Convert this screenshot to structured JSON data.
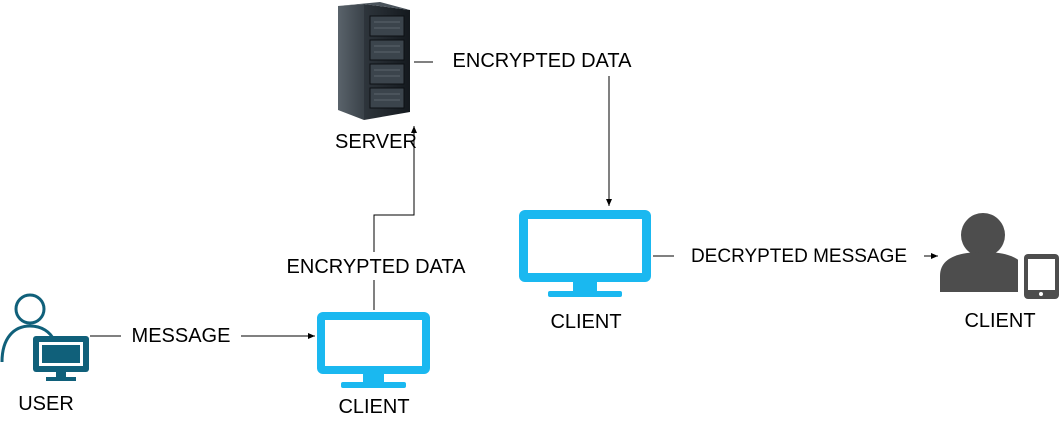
{
  "nodes": {
    "server": {
      "label": "SERVER",
      "icon": "server-rack-icon"
    },
    "user": {
      "label": "USER",
      "icon": "user-with-monitor-icon"
    },
    "client_sender": {
      "label": "CLIENT",
      "icon": "monitor-icon"
    },
    "client_receiver": {
      "label": "CLIENT",
      "icon": "monitor-icon"
    },
    "client_end": {
      "label": "CLIENT",
      "icon": "user-with-tablet-icon"
    }
  },
  "edges": {
    "user_to_client": {
      "label": "MESSAGE"
    },
    "client_to_server": {
      "label": "ENCRYPTED DATA"
    },
    "server_to_client": {
      "label": "ENCRYPTED DATA"
    },
    "client_to_end": {
      "label": "DECRYPTED MESSAGE"
    }
  },
  "colors": {
    "monitor_cyan": "#1ab8f0",
    "user_teal": "#10607a",
    "person_gray": "#4d4d4d",
    "server_dark": "#1f252b"
  }
}
